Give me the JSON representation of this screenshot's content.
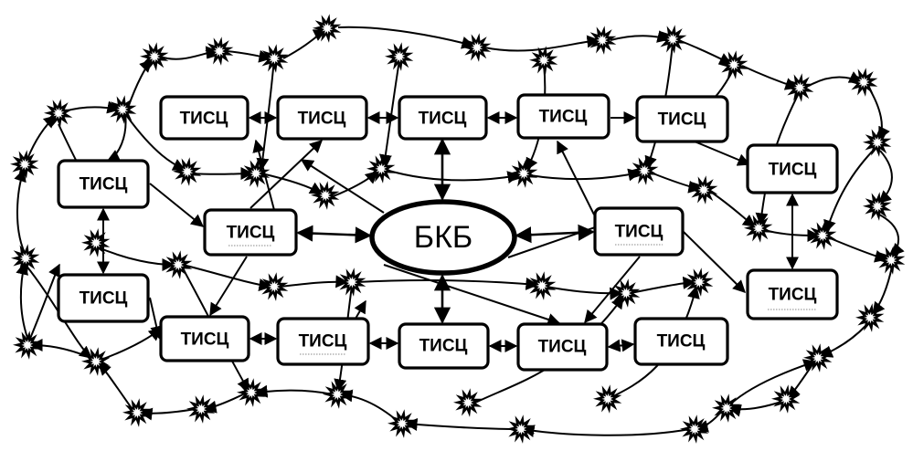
{
  "hub": {
    "label": "БКБ"
  },
  "nodes": [
    {
      "id": "n1",
      "label": "ТИСЦ"
    },
    {
      "id": "n2",
      "label": "ТИСЦ"
    },
    {
      "id": "n3",
      "label": "ТИСЦ"
    },
    {
      "id": "n4",
      "label": "ТИСЦ"
    },
    {
      "id": "n5",
      "label": "ТИСЦ"
    },
    {
      "id": "n6",
      "label": "ТИСЦ"
    },
    {
      "id": "n7",
      "label": "ТИСЦ"
    },
    {
      "id": "n8",
      "label": "ТИСЦ"
    },
    {
      "id": "n9",
      "label": "ТИСЦ"
    },
    {
      "id": "n10",
      "label": "ТИСЦ"
    },
    {
      "id": "n11",
      "label": "ТИСЦ"
    },
    {
      "id": "n12",
      "label": "ТИСЦ"
    },
    {
      "id": "n13",
      "label": "ТИСЦ"
    },
    {
      "id": "n14",
      "label": "ТИСЦ"
    },
    {
      "id": "n15",
      "label": "ТИСЦ"
    },
    {
      "id": "n16",
      "label": "ТИСЦ"
    }
  ],
  "colors": {
    "stroke": "#000000",
    "background": "#ffffff"
  }
}
